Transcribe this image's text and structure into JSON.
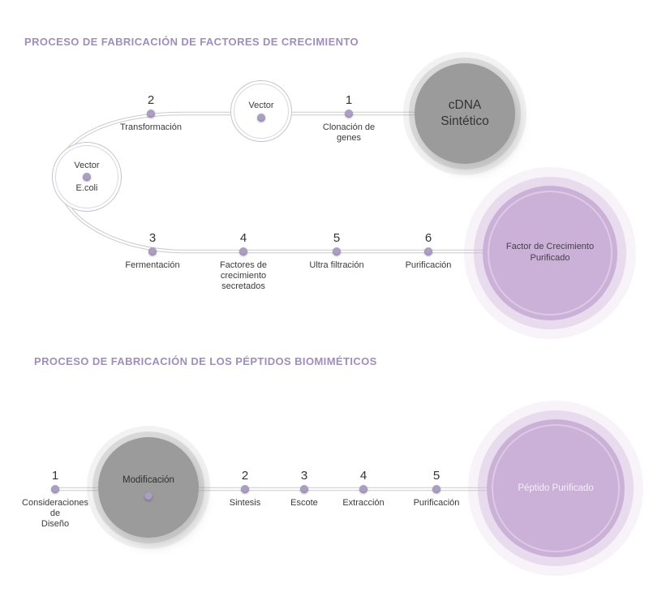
{
  "colors": {
    "title": "#a18cbe",
    "gray_circle": "#9b9b9b",
    "purple_circle": "#cbb0d7",
    "dot": "#ab9ec2",
    "line": "#cbcbcb",
    "text": "#3a3a3a",
    "peptide_text": "#f4f1f8"
  },
  "p1": {
    "title": "PROCESO DE FABRICACIÓN DE FACTORES DE CRECIMIENTO",
    "cdna_node": {
      "label": "cDNA\nSintético"
    },
    "vector_node": {
      "label": "Vector"
    },
    "ecoli_node": {
      "label_top": "Vector",
      "label_bottom": "E.coli"
    },
    "factor_node": {
      "label": "Factor de Crecimiento\nPurificado"
    },
    "steps_top": [
      {
        "num": "1",
        "label": "Clonación de\ngenes"
      },
      {
        "num": "2",
        "label": "Transformación"
      }
    ],
    "steps_bottom": [
      {
        "num": "3",
        "label": "Fermentación"
      },
      {
        "num": "4",
        "label": "Factores de\ncrecimiento\nsecretados"
      },
      {
        "num": "5",
        "label": "Ultra filtración"
      },
      {
        "num": "6",
        "label": "Purificación"
      }
    ]
  },
  "p2": {
    "title": "PROCESO DE FABRICACIÓN DE LOS PÉPTIDOS BIOMIMÉTICOS",
    "mod_node": {
      "label": "Modificación"
    },
    "peptide_node": {
      "label": "Péptido Purificado"
    },
    "steps": [
      {
        "num": "1",
        "label": "Consideraciones\nde\nDiseño"
      },
      {
        "num": "2",
        "label": "Sintesis"
      },
      {
        "num": "3",
        "label": "Escote"
      },
      {
        "num": "4",
        "label": "Extracción"
      },
      {
        "num": "5",
        "label": "Purificación"
      }
    ]
  }
}
